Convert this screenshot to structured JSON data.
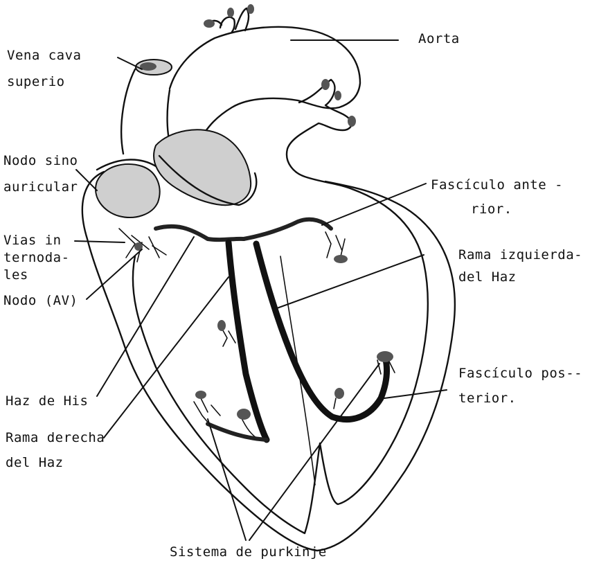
{
  "labels": {
    "aorta": "Aorta",
    "vena_cava_1": "Vena cava",
    "vena_cava_2": "superio",
    "nodo_sino_1": "Nodo sino",
    "nodo_sino_2": "auricular",
    "vias_1": "Vias in",
    "vias_2": "ternoda-",
    "vias_3": "les",
    "nodo_av": "Nodo (AV)",
    "haz_de_his": "Haz de His",
    "rama_derecha_1": "Rama derecha",
    "rama_derecha_2": "del Haz",
    "fasciculo_anterior_1": "Fascículo ante -",
    "fasciculo_anterior_2": "rior.",
    "rama_izquierda_1": "Rama izquierda-",
    "rama_izquierda_2": "del Haz",
    "fasciculo_posterior_1": "Fascículo pos--",
    "fasciculo_posterior_2": "terior.",
    "sistema_purkinje": "Sistema de purkinje"
  }
}
